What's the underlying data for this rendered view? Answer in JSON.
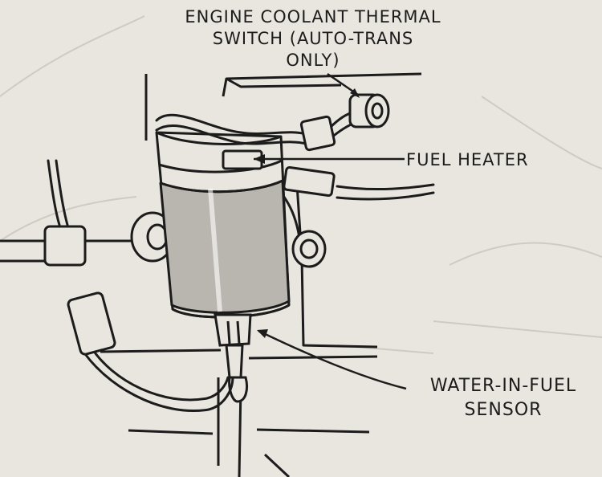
{
  "labels": {
    "coolant_switch": [
      "ENGINE COOLANT THERMAL",
      "SWITCH (AUTO-TRANS",
      "ONLY)"
    ],
    "fuel_heater": "FUEL HEATER",
    "water_in_fuel": [
      "WATER-IN-FUEL",
      "SENSOR"
    ]
  },
  "colors": {
    "paper": "#e9e6df",
    "ink": "#1c1c1c",
    "filter_shade": "#b9b6b0",
    "faint": "#cfcbc3"
  }
}
